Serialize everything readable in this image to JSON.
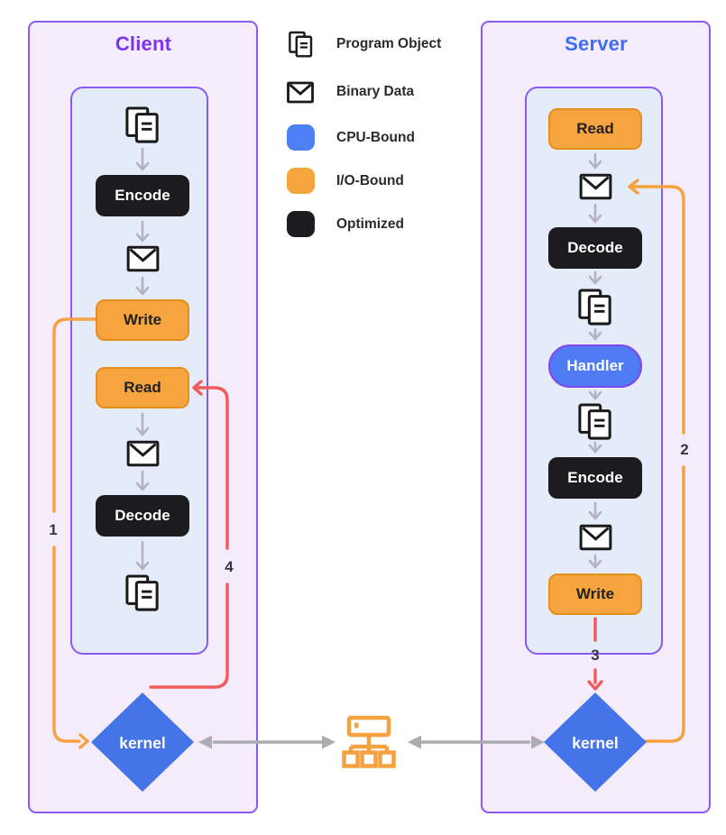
{
  "client": {
    "title": "Client",
    "kernel": "kernel",
    "flow": [
      {
        "type": "program-object-icon"
      },
      {
        "type": "block",
        "style": "optimized",
        "label": "Encode"
      },
      {
        "type": "binary-data-icon"
      },
      {
        "type": "block",
        "style": "io-bound",
        "label": "Write"
      },
      {
        "type": "block",
        "style": "io-bound",
        "label": "Read"
      },
      {
        "type": "binary-data-icon"
      },
      {
        "type": "block",
        "style": "optimized",
        "label": "Decode"
      },
      {
        "type": "program-object-icon"
      }
    ]
  },
  "server": {
    "title": "Server",
    "kernel": "kernel",
    "flow": [
      {
        "type": "block",
        "style": "io-bound",
        "label": "Read"
      },
      {
        "type": "binary-data-icon"
      },
      {
        "type": "block",
        "style": "optimized",
        "label": "Decode"
      },
      {
        "type": "program-object-icon"
      },
      {
        "type": "block",
        "style": "cpu-bound",
        "label": "Handler"
      },
      {
        "type": "program-object-icon"
      },
      {
        "type": "block",
        "style": "optimized",
        "label": "Encode"
      },
      {
        "type": "binary-data-icon"
      },
      {
        "type": "block",
        "style": "io-bound",
        "label": "Write"
      }
    ]
  },
  "legend": {
    "items": [
      {
        "icon": "program-object-icon",
        "label": "Program Object"
      },
      {
        "icon": "binary-data-icon",
        "label": "Binary Data"
      },
      {
        "swatch": "cpu-bound",
        "label": "CPU-Bound"
      },
      {
        "swatch": "io-bound",
        "label": "I/O-Bound"
      },
      {
        "swatch": "optimized",
        "label": "Optimized"
      }
    ]
  },
  "steps": [
    "1",
    "2",
    "3",
    "4"
  ],
  "colors": {
    "panel_border": "#8a5af2",
    "panel_fill": "#f4ebfb",
    "inner_panel_fill": "#e4ebf9",
    "client_title": "#7c35ee",
    "server_title": "#3f6df0",
    "cpu_bound": "#4f7cf5",
    "io_bound": "#f6a43d",
    "io_bound_border": "#e68f1e",
    "optimized": "#1c1c1e",
    "handler_border": "#8247e8",
    "kernel_fill": "#4573e8",
    "flow_arrow_gray": "#b4b4be",
    "link_arrow_gray": "#acacb0",
    "line_orange": "#f6a13f",
    "line_red": "#f15b5b",
    "icon_stroke": "#1a1a1a",
    "step_label": "#38383c",
    "network_icon": "#f6a13f"
  }
}
